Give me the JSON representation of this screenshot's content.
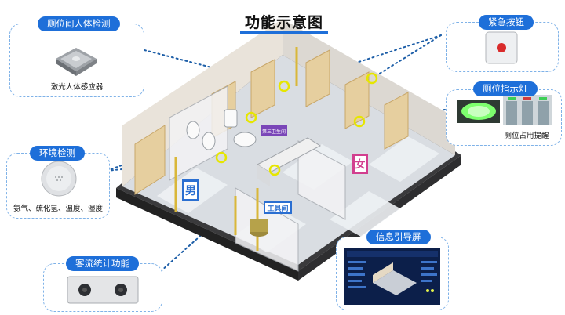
{
  "title": "功能示意图",
  "callouts": {
    "top_left": {
      "label": "厕位间人体检测",
      "caption": "激光人体感应器"
    },
    "left_mid": {
      "label": "环境检测",
      "caption": "氨气、硫化氢、温度、湿度"
    },
    "bottom_left": {
      "label": "客流统计功能"
    },
    "top_right": {
      "label": "紧急按钮"
    },
    "right_mid": {
      "label": "厕位指示灯",
      "caption": "厕位占用提醒"
    },
    "bottom_right": {
      "label": "信息引导屏"
    }
  },
  "signs": {
    "male": "男",
    "female": "女",
    "tools": "工具间",
    "third": "第三卫生间"
  },
  "colors": {
    "accent": "#1e6fd9",
    "dash": "#1e5fa8",
    "marker": "#e6e600",
    "male_sign": "#2b6fd1",
    "female_sign": "#d23f8f"
  }
}
